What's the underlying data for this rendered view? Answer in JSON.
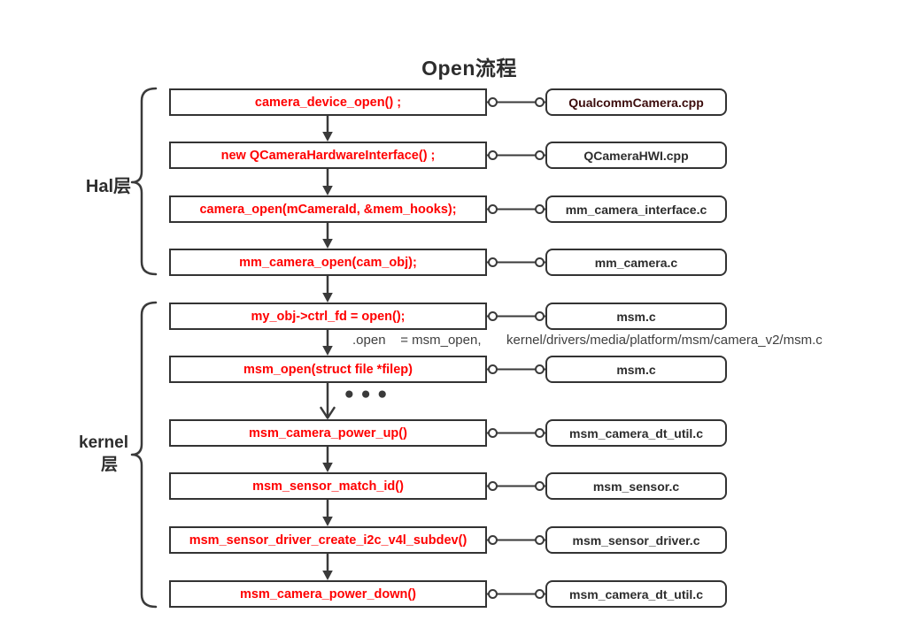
{
  "title": "Open流程",
  "groups": {
    "hal": {
      "label": "Hal层"
    },
    "kernel": {
      "label_line1": "kernel",
      "label_line2": "层"
    }
  },
  "rows": [
    {
      "call": "camera_device_open() ;",
      "file": "QualcommCamera.cpp"
    },
    {
      "call": "new QCameraHardwareInterface() ;",
      "file": "QCameraHWI.cpp"
    },
    {
      "call": "camera_open(mCameraId, &mem_hooks);",
      "file": "mm_camera_interface.c"
    },
    {
      "call": "mm_camera_open(cam_obj);",
      "file": "mm_camera.c"
    },
    {
      "call": "my_obj->ctrl_fd = open();",
      "file": "msm.c"
    },
    {
      "call": "msm_open(struct file *filep)",
      "file": "msm.c"
    },
    {
      "call": "msm_camera_power_up()",
      "file": "msm_camera_dt_util.c"
    },
    {
      "call": "msm_sensor_match_id()",
      "file": "msm_sensor.c"
    },
    {
      "call": "msm_sensor_driver_create_i2c_v4l_subdev()",
      "file": "msm_sensor_driver.c"
    },
    {
      "call": "msm_camera_power_down()",
      "file": "msm_camera_dt_util.c"
    }
  ],
  "annotations": {
    "assignment": ".open    = msm_open,",
    "kernel_path": "kernel/drivers/media/platform/msm/camera_v2/msm.c",
    "ellipsis": "•••"
  },
  "colors": {
    "call_text": "#ff0000",
    "file_text": "#2d2d2d",
    "file_text_first": "#3c0d0d",
    "line": "#3a3a3a",
    "border": "#333333"
  }
}
